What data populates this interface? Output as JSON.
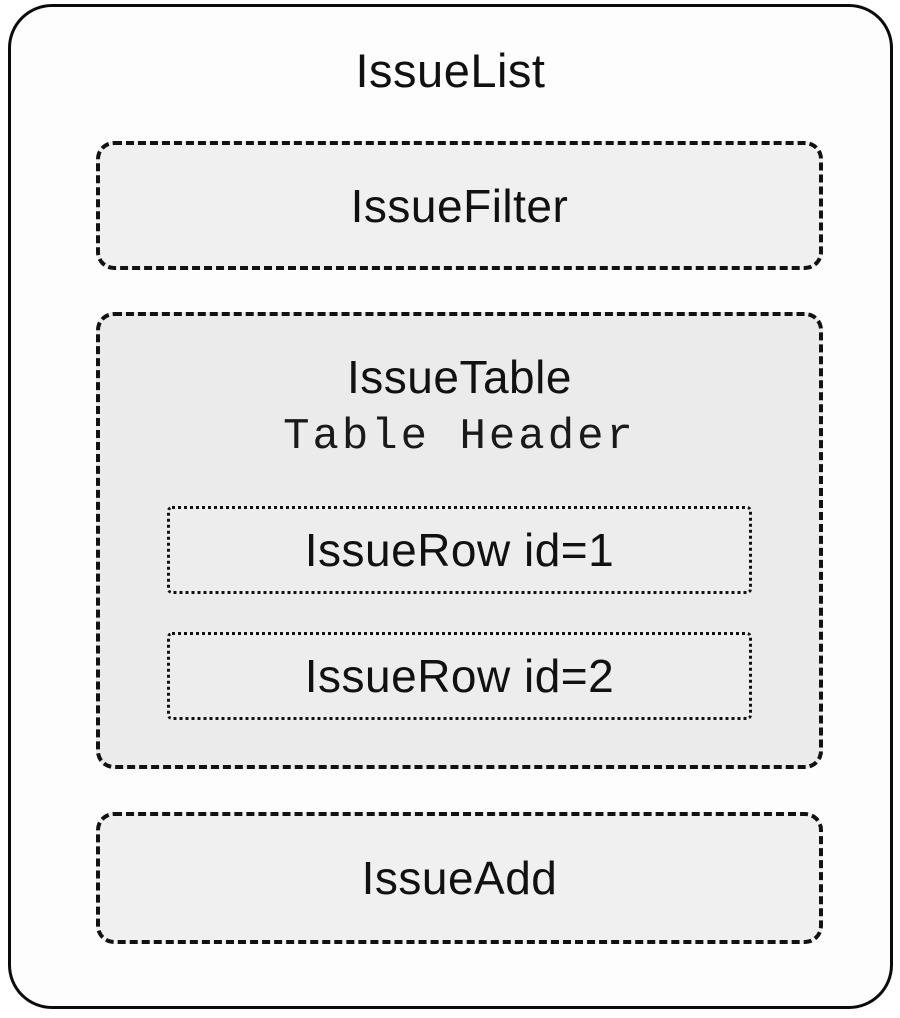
{
  "diagram": {
    "title": "IssueList",
    "children": {
      "filter": {
        "label": "IssueFilter"
      },
      "table": {
        "label": "IssueTable",
        "sublabel": "Table Header",
        "rows": [
          {
            "label": "IssueRow id=1"
          },
          {
            "label": "IssueRow id=2"
          }
        ]
      },
      "add": {
        "label": "IssueAdd"
      }
    },
    "colors": {
      "border": "#0b0b0b",
      "dashed_border": "#121212",
      "box_fill": "#f0f0f0",
      "table_fill": "#ebebeb",
      "page_background": "#ffffff"
    }
  }
}
